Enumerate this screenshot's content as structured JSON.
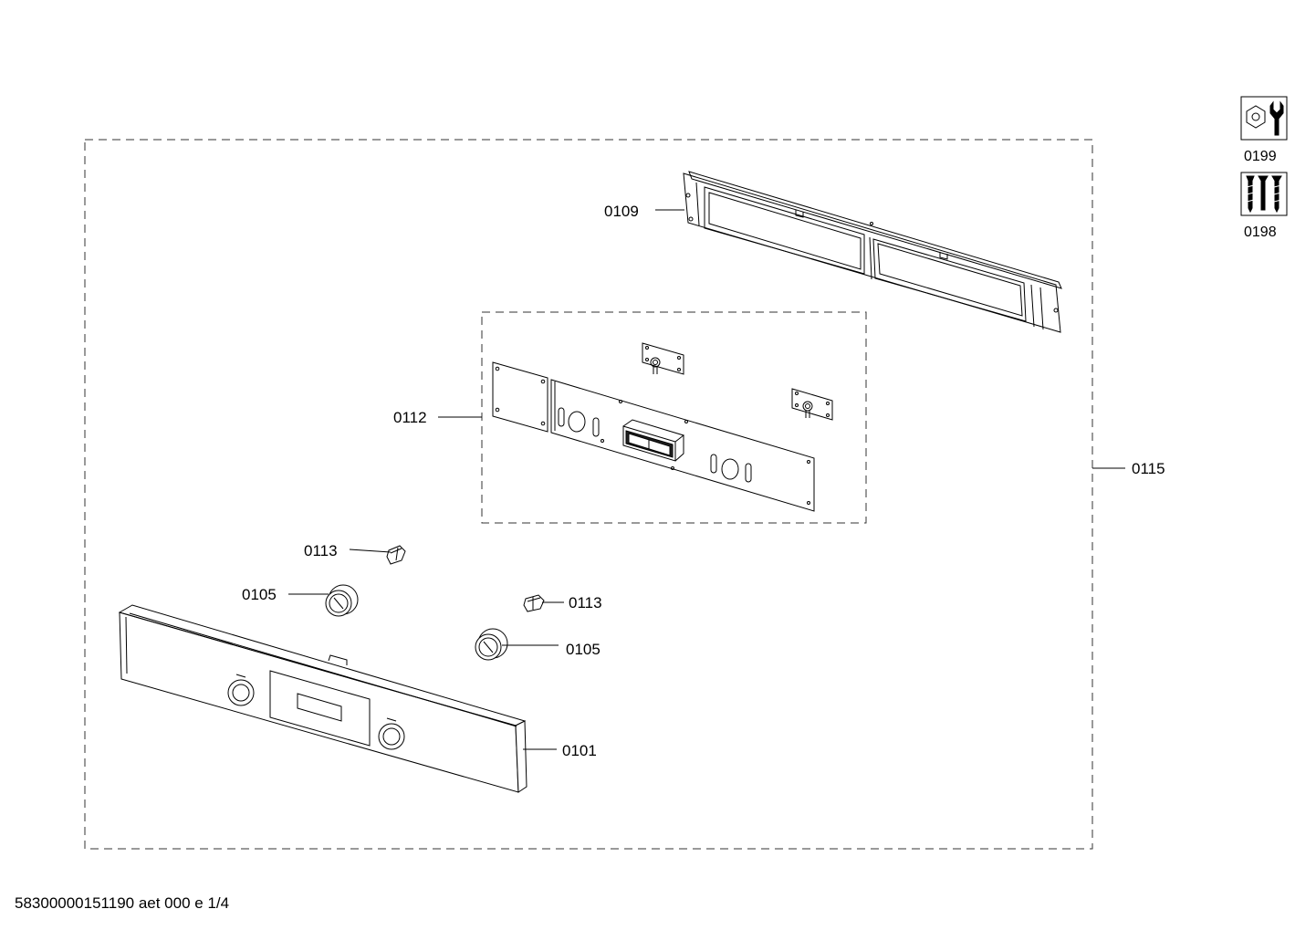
{
  "diagram": {
    "parts": {
      "p0109": "0109",
      "p0112": "0112",
      "p0115": "0115",
      "p0113a": "0113",
      "p0113b": "0113",
      "p0105a": "0105",
      "p0105b": "0105",
      "p0101": "0101"
    },
    "icons": {
      "tools_label": "0199",
      "screws_label": "0198"
    }
  },
  "footer": {
    "doc_code": "58300000151190 aet 000 e 1/4"
  }
}
